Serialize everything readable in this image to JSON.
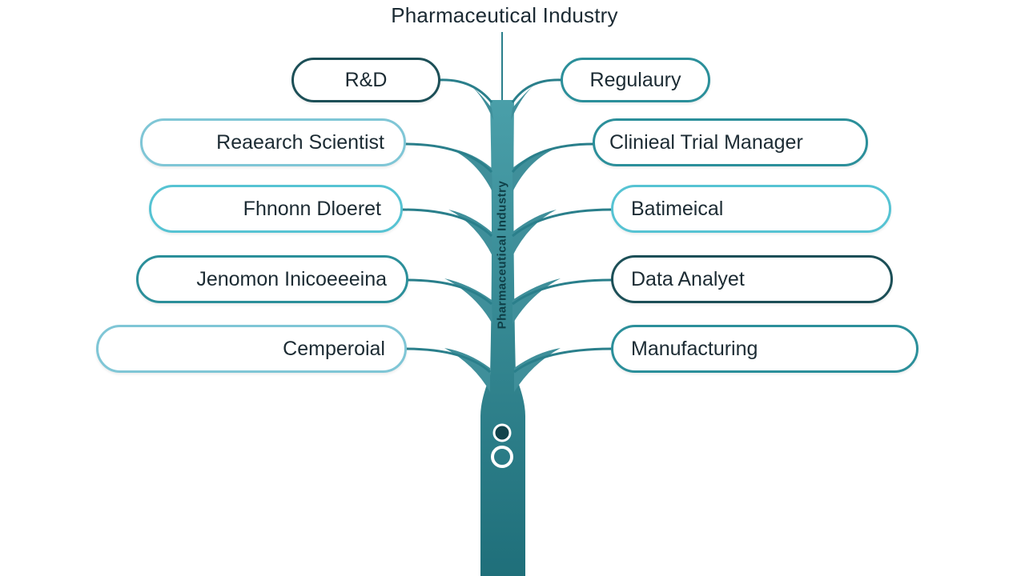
{
  "title": "Pharmaceutical Industry",
  "trunk_label": "Pharmaceutical Industry",
  "left_nodes": [
    "R&D",
    "Reaearch Scientist",
    "Fhnonn Dloeret",
    "Jenomon Inicoeeeina",
    "Cemperoial"
  ],
  "right_nodes": [
    "Regulaury",
    "Clinieal Trial Manager",
    "Batimeical",
    "Data Analyet",
    "Manufacturing"
  ],
  "colors": {
    "trunk": "#2a7f8b",
    "trunk_dark": "#1f6b75",
    "text": "#1c2b33"
  }
}
